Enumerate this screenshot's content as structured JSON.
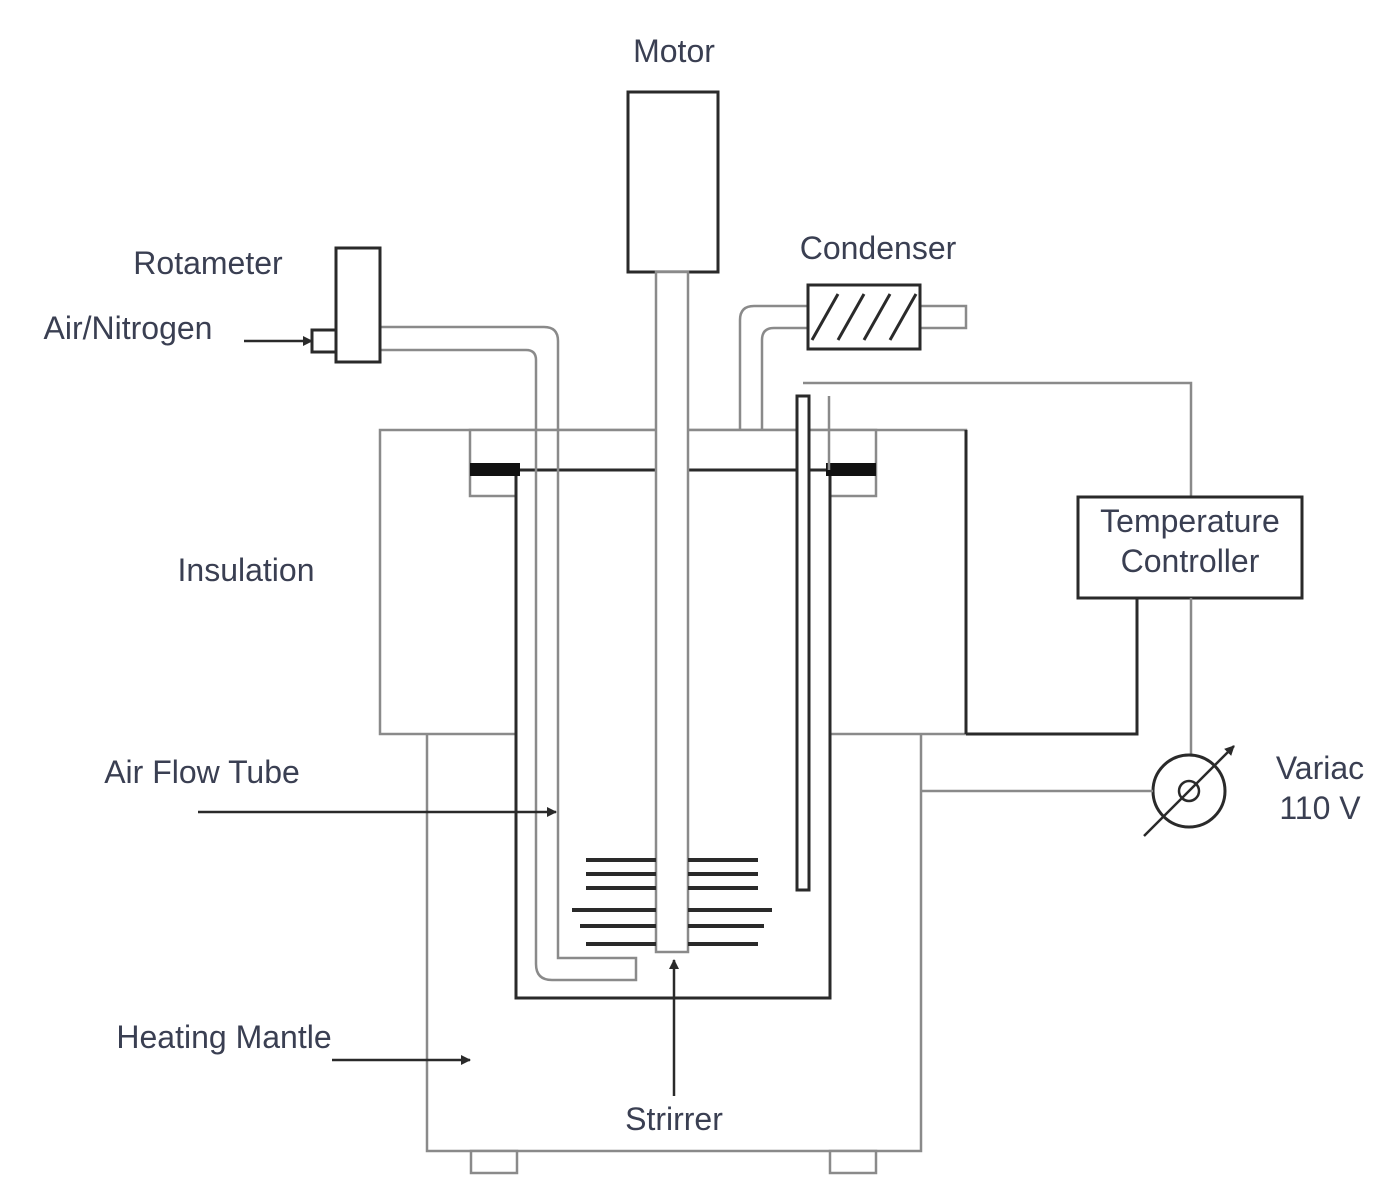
{
  "labels": {
    "motor": "Motor",
    "rotameter": "Rotameter",
    "air_nitrogen": "Air/Nitrogen",
    "condenser": "Condenser",
    "insulation": "Insulation",
    "temperature_controller_line1": "Temperature",
    "temperature_controller_line2": "Controller",
    "air_flow_tube": "Air Flow Tube",
    "variac_line1": "Variac",
    "variac_line2": "110 V",
    "heating_mantle": "Heating Mantle",
    "stirrer": "Strirrer"
  }
}
